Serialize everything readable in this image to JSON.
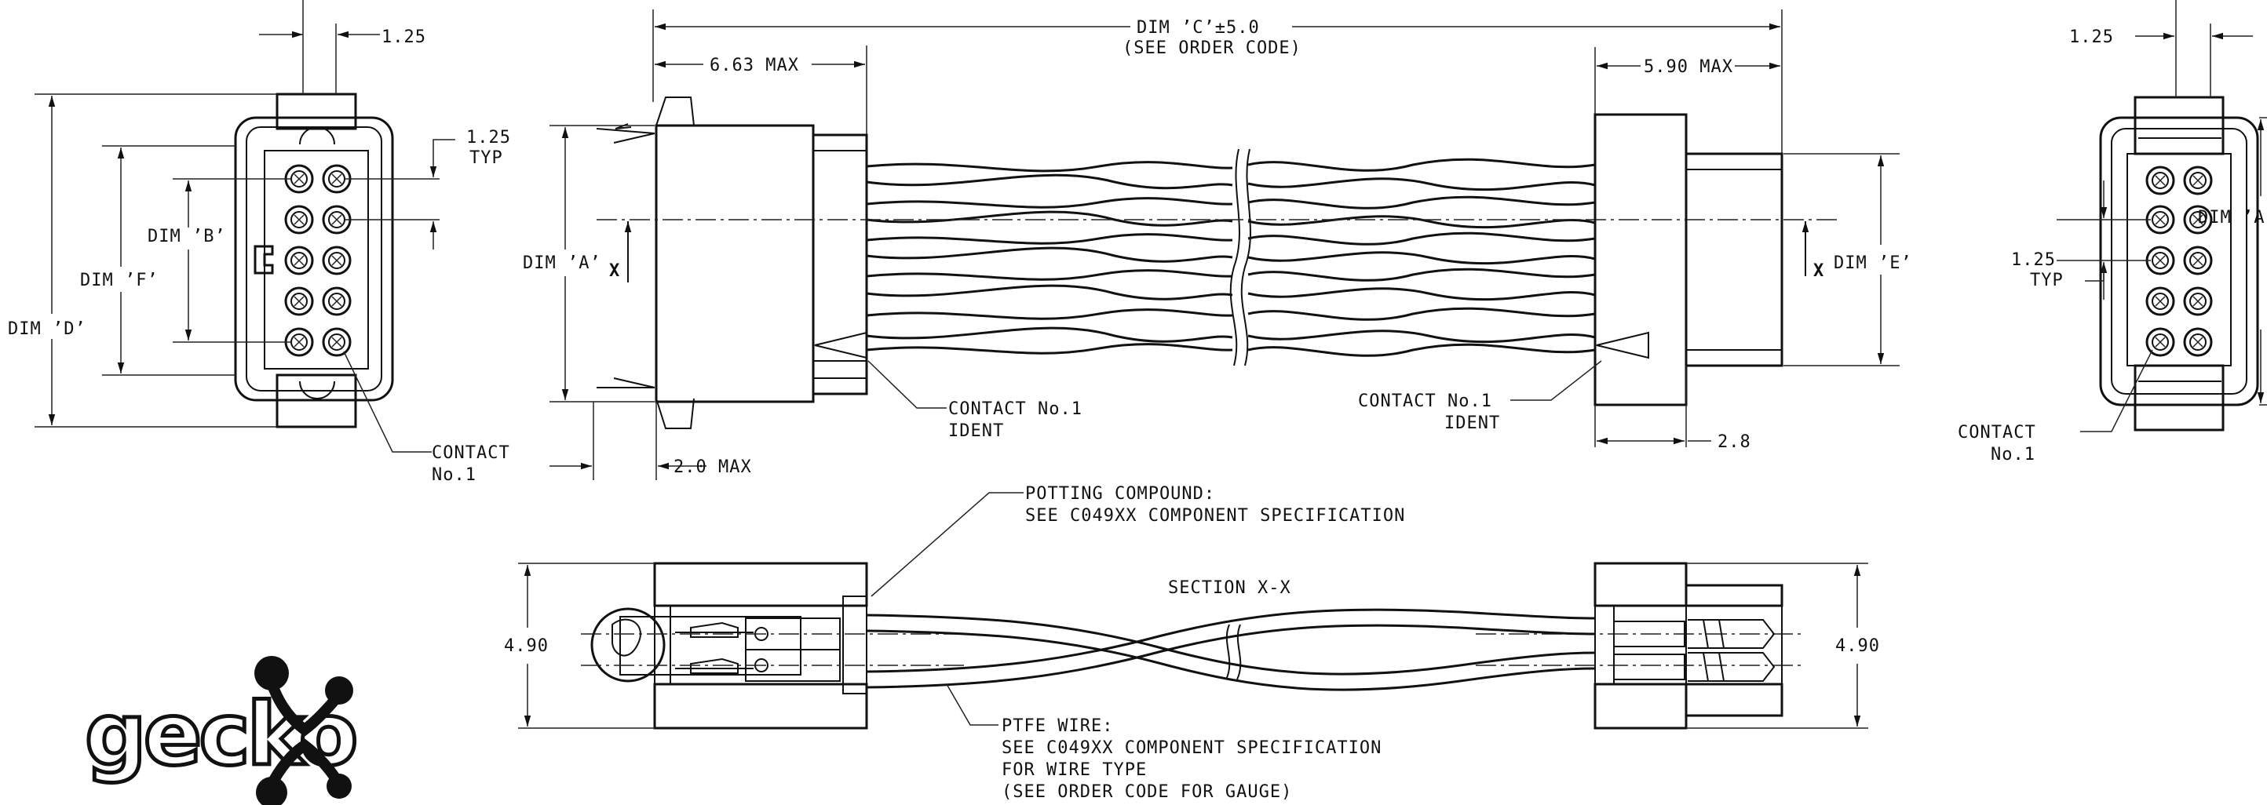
{
  "top_view": {
    "dim_c": "DIM ’C’±5.0",
    "dim_c_note": "(SEE ORDER CODE)",
    "left_max": "6.63 MAX",
    "right_max": "5.90 MAX",
    "left_dim_a": "DIM ’A’",
    "right_dim_e": "DIM ’E’",
    "section_mark": "X",
    "left_contact_ident_1": "CONTACT No.1",
    "left_contact_ident_2": "IDENT",
    "right_contact_ident_1": "CONTACT No.1",
    "right_contact_ident_2": "IDENT",
    "bottom_left_max": "2.0 MAX",
    "bottom_right_dim": "2.8"
  },
  "left_end_view": {
    "pitch": "1.25",
    "pitch_typ_1": "1.25",
    "pitch_typ_2": "TYP",
    "dim_b": "DIM ’B’",
    "dim_f": "DIM ’F’",
    "dim_d": "DIM ’D’",
    "contact_1": "CONTACT",
    "contact_2": "No.1"
  },
  "right_end_view": {
    "pitch": "1.25",
    "dim_a": "DIM ’A’",
    "pitch_typ_1": "1.25",
    "pitch_typ_2": "TYP",
    "contact_1": "CONTACT",
    "contact_2": "No.1"
  },
  "section_view": {
    "potting_1": "POTTING COMPOUND:",
    "potting_2": "SEE C049XX COMPONENT SPECIFICATION",
    "title": "SECTION X-X",
    "height_left": "4.90",
    "height_right": "4.90",
    "wire_1": "PTFE WIRE:",
    "wire_2": "SEE C049XX COMPONENT SPECIFICATION",
    "wire_3": "FOR WIRE TYPE",
    "wire_4": "(SEE ORDER CODE FOR GAUGE)"
  },
  "logo": {
    "text": "gecko"
  }
}
